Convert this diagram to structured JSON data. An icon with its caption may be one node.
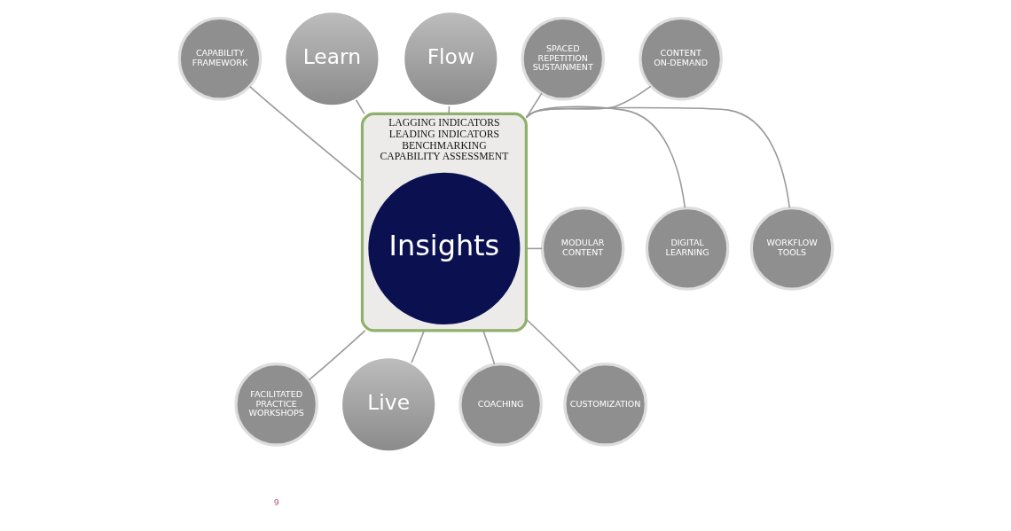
{
  "diagram": {
    "nodes": [
      {
        "text": [
          "LAGGING INDICATORS",
          "LEADING INDICATORS",
          "BENCHMARKING",
          "CAPABILITY ASSESSMENT"
        ]
      },
      {
        "text": [
          "Insights"
        ],
        "in": 0
      },
      {
        "text": [
          "CONTENT ON-DEMAND"
        ]
      },
      {
        "text": [
          "CAPABILITY FRAMEWORK"
        ]
      },
      {
        "text": [
          "Learn"
        ]
      },
      {
        "text": [
          "MODULAR CONTENT"
        ]
      },
      {
        "text": [
          "DIGITAL LEARNING"
        ]
      },
      {
        "text": [
          "FACILITATED PRACTICE WORKSHOPS"
        ]
      },
      {
        "text": [
          "Live"
        ]
      },
      {
        "text": [
          "COACHING"
        ]
      },
      {
        "text": [
          "CUSTOMIZATION"
        ]
      },
      {
        "text": [
          "WORKFLOW TOOLS"
        ]
      },
      {
        "text": [
          "Flow"
        ]
      },
      {
        "text": [
          "SPACED REPETITION SUSTAINMENT"
        ]
      }
    ],
    "edges": [
      {
        "from": 2,
        "to": 0,
        "arrow": "none"
      },
      {
        "from": 3,
        "to": 0,
        "arrow": "none"
      },
      {
        "from": 4,
        "to": 0,
        "arrow": "none"
      },
      {
        "from": 5,
        "to": 0,
        "arrow": "none"
      },
      {
        "from": 6,
        "to": 0,
        "arrow": "none"
      },
      {
        "from": 7,
        "to": 0,
        "arrow": "none"
      },
      {
        "from": 8,
        "to": 0,
        "arrow": "none"
      },
      {
        "from": 9,
        "to": 0,
        "arrow": "none"
      },
      {
        "from": 10,
        "to": 0,
        "arrow": "none"
      },
      {
        "from": 11,
        "to": 0,
        "arrow": "none"
      },
      {
        "from": 12,
        "to": 0,
        "arrow": "none"
      },
      {
        "from": 13,
        "to": 0,
        "arrow": "none"
      }
    ],
    "labels": [
      "9"
    ]
  }
}
